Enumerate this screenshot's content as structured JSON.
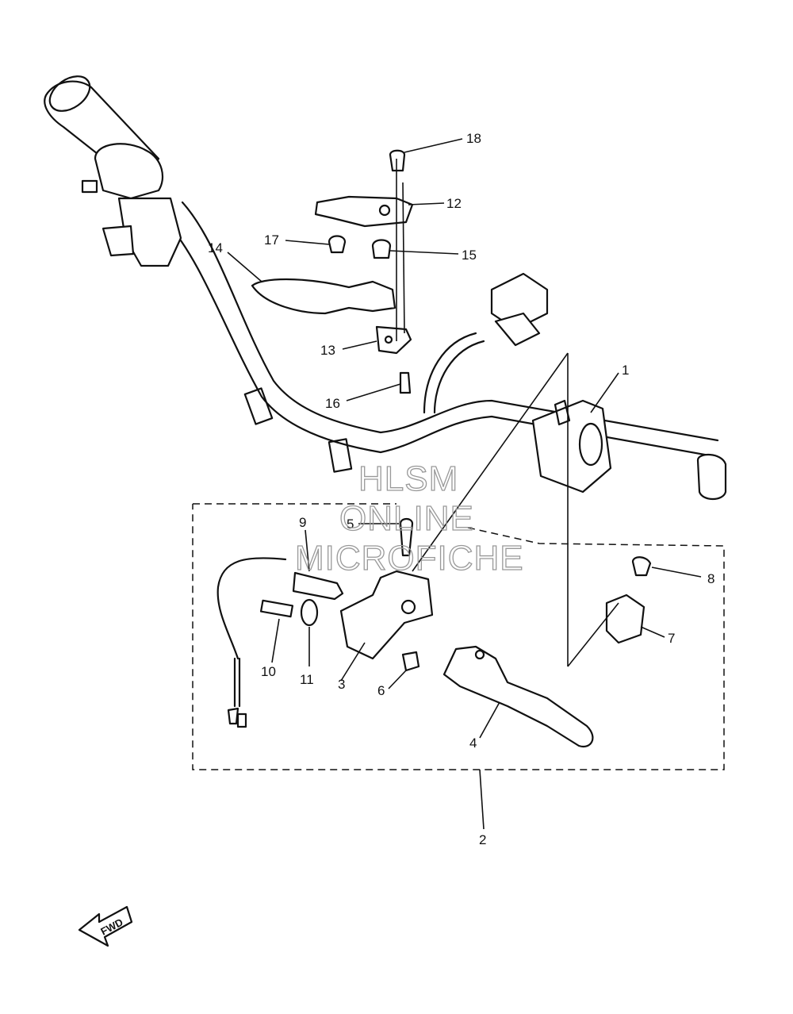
{
  "watermark": {
    "line1": "HLSM",
    "line2": "ONLINE",
    "line3": "MICROFICHE"
  },
  "fwd_label": "FWD",
  "callouts": [
    "1",
    "2",
    "3",
    "4",
    "5",
    "6",
    "7",
    "8",
    "9",
    "10",
    "11",
    "12",
    "13",
    "14",
    "15",
    "16",
    "17",
    "18"
  ]
}
